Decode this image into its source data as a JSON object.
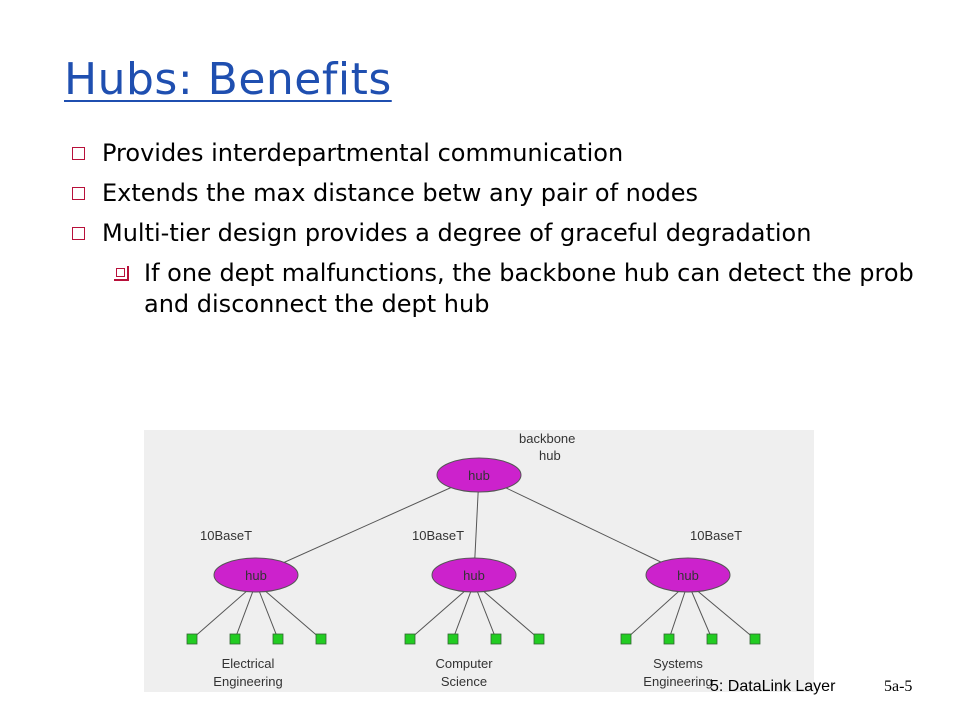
{
  "slide": {
    "title": "Hubs: Benefits",
    "bullets": [
      "Provides interdepartmental communication",
      "Extends the max distance betw any pair of nodes",
      "Multi-tier design provides a degree of graceful degradation"
    ],
    "sub_bullets": [
      "If one dept malfunctions, the backbone hub can detect the prob and disconnect the dept hub"
    ]
  },
  "diagram": {
    "backbone_label_1": "backbone",
    "backbone_label_2": "hub",
    "backbone_hub_label": "hub",
    "link_labels": [
      "10BaseT",
      "10BaseT",
      "10BaseT"
    ],
    "departments": [
      {
        "hub_label": "hub",
        "name_1": "Electrical",
        "name_2": "Engineering",
        "hosts": 4
      },
      {
        "hub_label": "hub",
        "name_1": "Computer",
        "name_2": "Science",
        "hosts": 4
      },
      {
        "hub_label": "hub",
        "name_1": "Systems",
        "name_2": "Engineering",
        "hosts": 4
      }
    ],
    "colors": {
      "hub_fill": "#cc22cc",
      "host_fill": "#22cc22",
      "line": "#555555",
      "background": "#efefef"
    }
  },
  "footer": {
    "chapter": "5: DataLink Layer",
    "page": "5a-5"
  },
  "colors": {
    "title": "#1f4fb0",
    "bullet_mark": "#b8103a"
  }
}
